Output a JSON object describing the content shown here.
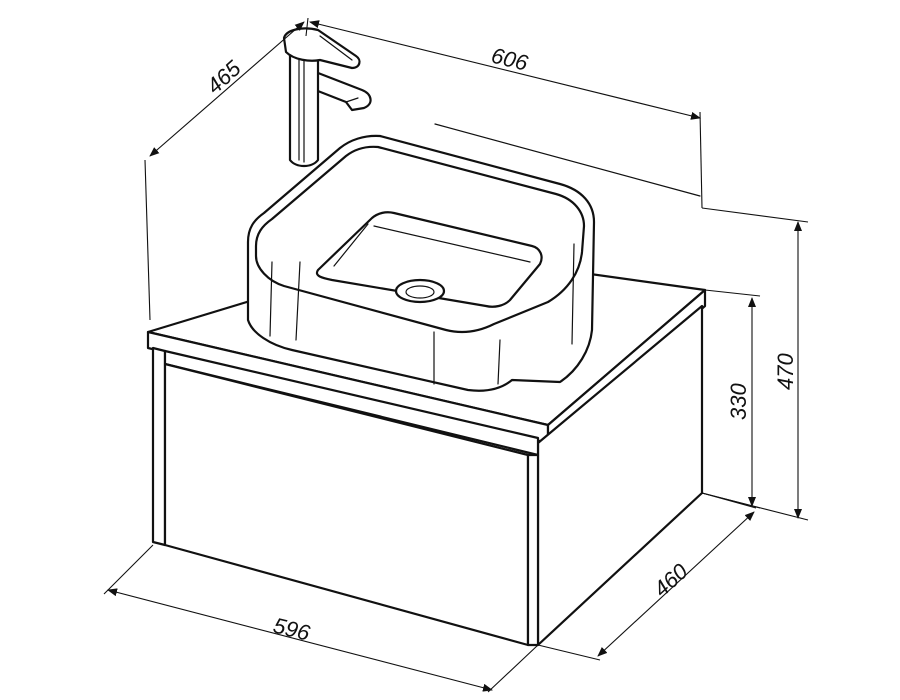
{
  "dimensions": {
    "top_width": "606",
    "tap_depth": "465",
    "total_height": "470",
    "cabinet_height": "330",
    "cabinet_depth": "460",
    "cabinet_width": "596"
  },
  "colors": {
    "line": "#111111",
    "background": "#ffffff"
  }
}
